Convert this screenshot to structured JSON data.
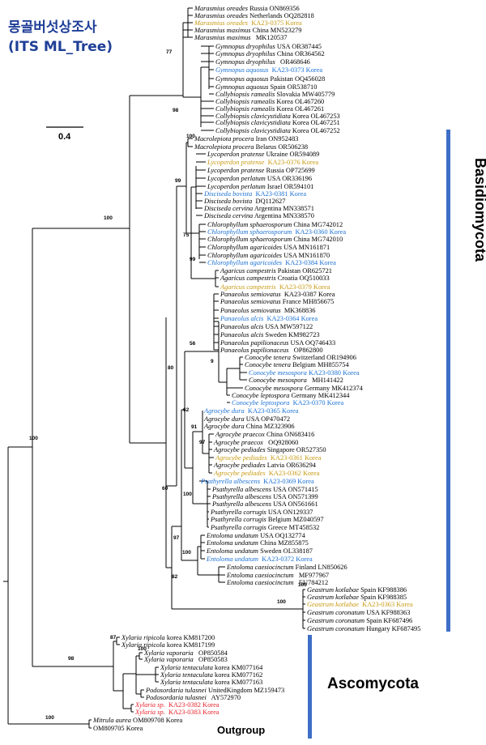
{
  "title": {
    "line1": "몽골버섯상조사",
    "line2": "(ITS ML_Tree)"
  },
  "scale_label": "0.4",
  "clades": {
    "basidio": "Basidiomycota",
    "asco": "Ascomycota",
    "out": "Outgroup"
  },
  "colors": {
    "black": "#000000",
    "gold": "#c89a12",
    "blue": "#1c72d4",
    "red": "#e8222a",
    "bar": "#3f6fc6",
    "title": "#1f3f97"
  },
  "support": [
    "77",
    "98",
    "100",
    "99",
    "75",
    "99",
    "100",
    "56",
    "9",
    "62",
    "91",
    "97",
    "100",
    "80",
    "97",
    "100",
    "100",
    "82",
    "60",
    "100",
    "100",
    "87",
    "100",
    "98",
    "100"
  ],
  "leaves": [
    {
      "sp": "Marasmius oreades",
      "loc": " Russia ON869356",
      "c": "black"
    },
    {
      "sp": "Marasmius oreades",
      "loc": " Netherlands OQ282818",
      "c": "black"
    },
    {
      "sp": "Marasmius oreades",
      "loc": "  KA23-0375 Korea",
      "c": "gold"
    },
    {
      "sp": "Marasmius maximus",
      "loc": " China MN523279",
      "c": "black"
    },
    {
      "sp": "Marasmius maximus",
      "loc": "   MK120537",
      "c": "black"
    },
    {
      "sp": "Gymnopus dryophilus",
      "loc": " USA OR387445",
      "c": "black"
    },
    {
      "sp": "Gymnopus dryophilus",
      "loc": " China OR364562",
      "c": "black"
    },
    {
      "sp": "Gymnopus dryophilus",
      "loc": "   OR468646",
      "c": "black"
    },
    {
      "sp": "Gymnopus aquosus",
      "loc": "  KA23-0373 Korea",
      "c": "blue"
    },
    {
      "sp": "Gymnopus aquosus",
      "loc": " Pakistan OQ456028",
      "c": "black"
    },
    {
      "sp": "Gymnopus aquosus",
      "loc": " Spain OR538710",
      "c": "black"
    },
    {
      "sp": "Collybiopsis ramealis",
      "loc": " Slovakia MW405779",
      "c": "black"
    },
    {
      "sp": "Collybiopsis ramealis",
      "loc": " Korea OL467260",
      "c": "black"
    },
    {
      "sp": "Collybiopsis ramealis",
      "loc": " Korea OL467261",
      "c": "black"
    },
    {
      "sp": "Collybiopsis clavicystidiata",
      "loc": " Korea OL467253",
      "c": "black"
    },
    {
      "sp": "Collybiopsis clavicystidiata",
      "loc": " Korea OL467251",
      "c": "black"
    },
    {
      "sp": "Collybiopsis clavicystidiata",
      "loc": " Korea OL467252",
      "c": "black"
    },
    {
      "sp": "Macrolepiota procera",
      "loc": " Iran ON952483",
      "c": "black"
    },
    {
      "sp": "Macrolepiota procera",
      "loc": " Belarus OR506238",
      "c": "black"
    },
    {
      "sp": "Lycoperdon pratense",
      "loc": " Ukraine OR594089",
      "c": "black"
    },
    {
      "sp": "Lycoperdon pratense",
      "loc": "  KA23-0376 Korea",
      "c": "gold"
    },
    {
      "sp": "Lycoperdon pratense",
      "loc": " Russia OP725699",
      "c": "black"
    },
    {
      "sp": "Lycoperdon perlatum",
      "loc": " USA OR336196",
      "c": "black"
    },
    {
      "sp": "Lycoperdon perlatum",
      "loc": " Israel OR594101",
      "c": "black"
    },
    {
      "sp": "Disciseda bovista",
      "loc": "  KA23-0381 Korea",
      "c": "blue"
    },
    {
      "sp": "Disciseda bovista",
      "loc": "  DQ112627",
      "c": "black"
    },
    {
      "sp": "Disciseda cervina",
      "loc": " Argentina MN338571",
      "c": "black"
    },
    {
      "sp": "Disciseda cervina",
      "loc": " Argentina MN338570",
      "c": "black"
    },
    {
      "sp": "Chlorophyllum sphaerosporum",
      "loc": " China MG742012",
      "c": "black"
    },
    {
      "sp": "Chlorophyllum sphaerosporum",
      "loc": "  KA23-0360 Korea",
      "c": "blue"
    },
    {
      "sp": "Chlorophyllum sphaerosporum",
      "loc": " China MG742010",
      "c": "black"
    },
    {
      "sp": "Chlorophyllum agaricoides",
      "loc": " USA MN161871",
      "c": "black"
    },
    {
      "sp": "Chlorophyllum agaricoides",
      "loc": " USA MN161870",
      "c": "black"
    },
    {
      "sp": "Chlorophyllum agaricoides",
      "loc": "  KA23-0384 Korea",
      "c": "blue"
    },
    {
      "sp": "Agaricus campestris",
      "loc": " Pakistan OR625721",
      "c": "black"
    },
    {
      "sp": "Agaricus campestris",
      "loc": " Croatia OQ510033",
      "c": "black"
    },
    {
      "sp": "Agaricus campestris",
      "loc": "  KA23-0379 Korea",
      "c": "gold"
    },
    {
      "sp": "Panaeolus semiovatus",
      "loc": "  KA23-0387 Korea",
      "c": "black"
    },
    {
      "sp": "Panaeolus semiovatus",
      "loc": " France MH856675",
      "c": "black"
    },
    {
      "sp": "Panaeolus semiovatus",
      "loc": "  MK368836",
      "c": "black"
    },
    {
      "sp": "Panaeolus alcis",
      "loc": "  KA23-0364 Korea",
      "c": "blue"
    },
    {
      "sp": "Panaeolus alcis",
      "loc": " USA MW597122",
      "c": "black"
    },
    {
      "sp": "Panaeolus alcis",
      "loc": " Sweden KM982723",
      "c": "black"
    },
    {
      "sp": "Panaeolus papilionaceus",
      "loc": " USA OQ746433",
      "c": "black"
    },
    {
      "sp": "Panaeolus papilionaceus",
      "loc": "   OP862800",
      "c": "black"
    },
    {
      "sp": "Conocybe tenera",
      "loc": " Switzerland OR194906",
      "c": "black"
    },
    {
      "sp": "Conocybe tenera",
      "loc": " Belgium MH855754",
      "c": "black"
    },
    {
      "sp": "Conocybe mesospora",
      "loc": " KA23-0380 Korea",
      "c": "blue"
    },
    {
      "sp": "Conocybe mesospora",
      "loc": "   MH141422",
      "c": "black"
    },
    {
      "sp": "Conocybe mesospora",
      "loc": " Germany MK412374",
      "c": "black"
    },
    {
      "sp": "Conocybe leptospora",
      "loc": " Germany MK412344",
      "c": "black"
    },
    {
      "sp": "Conocybe leptospora",
      "loc": "  KA23-0370 Korea",
      "c": "blue"
    },
    {
      "sp": "Agrocybe dura",
      "loc": "  KA23-0365 Korea",
      "c": "blue"
    },
    {
      "sp": "Agrocybe dura",
      "loc": " USA OP470472",
      "c": "black"
    },
    {
      "sp": "Agrocybe dura",
      "loc": " China MZ323906",
      "c": "black"
    },
    {
      "sp": "Agrocybe praecox",
      "loc": " China ON683416",
      "c": "black"
    },
    {
      "sp": "Agrocybe praecox",
      "loc": "   OQ928060",
      "c": "black"
    },
    {
      "sp": "Agrocybe pediades",
      "loc": " Singapore OR527350",
      "c": "black"
    },
    {
      "sp": "Agrocybe pediades",
      "loc": "  KA23-0361 Korea",
      "c": "gold"
    },
    {
      "sp": "Agrocybe pediades",
      "loc": " Latvia OR636294",
      "c": "black"
    },
    {
      "sp": "Agrocybe pediades",
      "loc": "  KA23-0362 Korea",
      "c": "gold"
    },
    {
      "sp": "Psathyrella albescens",
      "loc": "  KA23-0369 Korea",
      "c": "blue"
    },
    {
      "sp": "Psathyrella albescens",
      "loc": " USA ON571415",
      "c": "black"
    },
    {
      "sp": "Psathyrella albescens",
      "loc": " USA ON571399",
      "c": "black"
    },
    {
      "sp": "Psathyrella albescens",
      "loc": " USA ON561661",
      "c": "black"
    },
    {
      "sp": "Psathyrella corrugis",
      "loc": " USA ON129337",
      "c": "black"
    },
    {
      "sp": "Psathyrella corrugis",
      "loc": " Belgium MZ040597",
      "c": "black"
    },
    {
      "sp": "Psathyrella corrugis",
      "loc": " Greece MT458532",
      "c": "black"
    },
    {
      "sp": "Entoloma undatum",
      "loc": " USA OQ132774",
      "c": "black"
    },
    {
      "sp": "Entoloma undatum",
      "loc": " China MZ855875",
      "c": "black"
    },
    {
      "sp": "Entoloma undatum",
      "loc": " Sweden OL338187",
      "c": "black"
    },
    {
      "sp": "Entoloma undatum",
      "loc": "  KA23-0372 Korea",
      "c": "blue"
    },
    {
      "sp": "Entoloma caesiocinctum",
      "loc": " Finland LN850626",
      "c": "black"
    },
    {
      "sp": "Entoloma caesiocinctum",
      "loc": "   MF977967",
      "c": "black"
    },
    {
      "sp": "Entoloma caesiocinctum",
      "loc": "   EU784212",
      "c": "black"
    },
    {
      "sp": "Geastrum kotlabae",
      "loc": " Spain KF988386",
      "c": "black"
    },
    {
      "sp": "Geastrum kotlabae",
      "loc": " Spain KF988385",
      "c": "black"
    },
    {
      "sp": "Geastrum kotlabae",
      "loc": "  KA23-0363 Korea",
      "c": "gold"
    },
    {
      "sp": "Geastrum coronatum",
      "loc": " USA KF988363",
      "c": "black"
    },
    {
      "sp": "Geastrum coronatum",
      "loc": " Spain KF687496",
      "c": "black"
    },
    {
      "sp": "Geastrum coronatum",
      "loc": " Hungary KF687495",
      "c": "black"
    },
    {
      "sp": "Xylaria ripicola",
      "loc": " korea KM817200",
      "c": "black"
    },
    {
      "sp": "Xylaria ripicola",
      "loc": " korea KM817199",
      "c": "black"
    },
    {
      "sp": "Xylaria vaporaria",
      "loc": "   OP850584",
      "c": "black"
    },
    {
      "sp": "Xylaria vaporaria",
      "loc": "   OP850583",
      "c": "black"
    },
    {
      "sp": "Xylaria tentaculata",
      "loc": " korea KM077164",
      "c": "black"
    },
    {
      "sp": "Xylaria tentaculata",
      "loc": " korea KM077162",
      "c": "black"
    },
    {
      "sp": "Xylaria tentaculata",
      "loc": " korea KM077163",
      "c": "black"
    },
    {
      "sp": "Podosordaria tulasnei",
      "loc": " UnitedKingdom MZ159473",
      "c": "black"
    },
    {
      "sp": "Podosordaria tulasnei",
      "loc": "   AY572970",
      "c": "black"
    },
    {
      "sp": "Xylaria sp.",
      "loc": "  KA23-0382 Korea",
      "c": "red"
    },
    {
      "sp": "Xylaria sp.",
      "loc": "  KA23-0383 Korea",
      "c": "red"
    },
    {
      "sp": "Mitrula aurea",
      "loc": " OM809708 Korea",
      "c": "black"
    },
    {
      "sp": "",
      "loc": "OM809705 Korea",
      "c": "black"
    }
  ]
}
